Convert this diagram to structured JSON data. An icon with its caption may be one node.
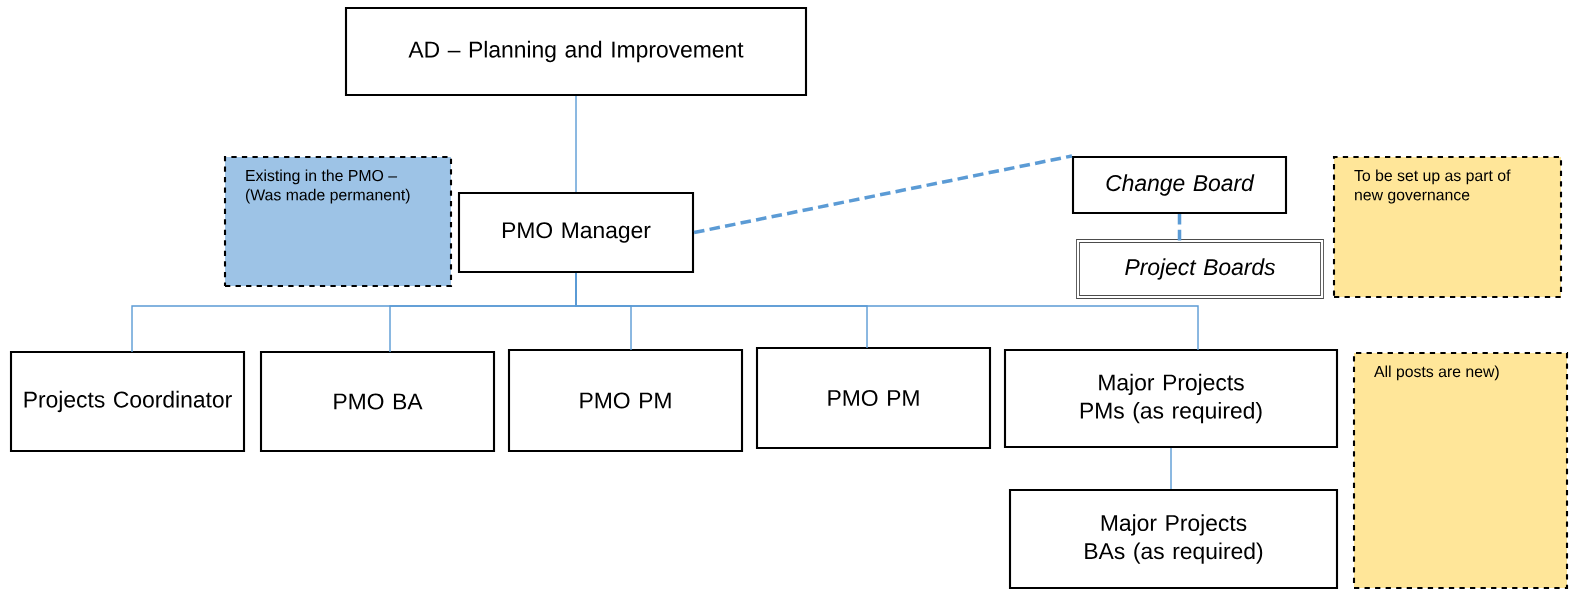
{
  "diagram": {
    "nodes": [
      {
        "text": [
          "AD – Planning and Improvement"
        ]
      },
      {
        "text": [
          "Existing in the PMO – (Was made permanent)"
        ]
      },
      {
        "text": [
          "PMO Manager"
        ]
      },
      {
        "text": [
          "Change Board"
        ]
      },
      {
        "text": [
          "Project Boards"
        ]
      },
      {
        "text": [
          "To be set up as part of new governance"
        ]
      },
      {
        "text": [
          "Projects Coordinator"
        ]
      },
      {
        "text": [
          "PMO BA"
        ]
      },
      {
        "text": [
          "PMO PM"
        ]
      },
      {
        "text": [
          "PMO PM"
        ]
      },
      {
        "text": [
          "Major Projects PMs (as required)"
        ]
      },
      {
        "text": [
          "Major Projects BAs (as required)"
        ]
      },
      {
        "text": [
          "All posts are new)"
        ]
      }
    ],
    "edges": [
      {
        "from": 0,
        "to": 2,
        "arrow": "none"
      },
      {
        "from": 2,
        "to": 3,
        "arrow": "none",
        "style": "dashed"
      },
      {
        "from": 3,
        "to": 4,
        "arrow": "none",
        "style": "dashed"
      },
      {
        "from": 2,
        "to": 6,
        "arrow": "none"
      },
      {
        "from": 2,
        "to": 7,
        "arrow": "none"
      },
      {
        "from": 2,
        "to": 8,
        "arrow": "none"
      },
      {
        "from": 2,
        "to": 9,
        "arrow": "none"
      },
      {
        "from": 2,
        "to": 10,
        "arrow": "none"
      },
      {
        "from": 10,
        "to": 11,
        "arrow": "none"
      }
    ]
  }
}
